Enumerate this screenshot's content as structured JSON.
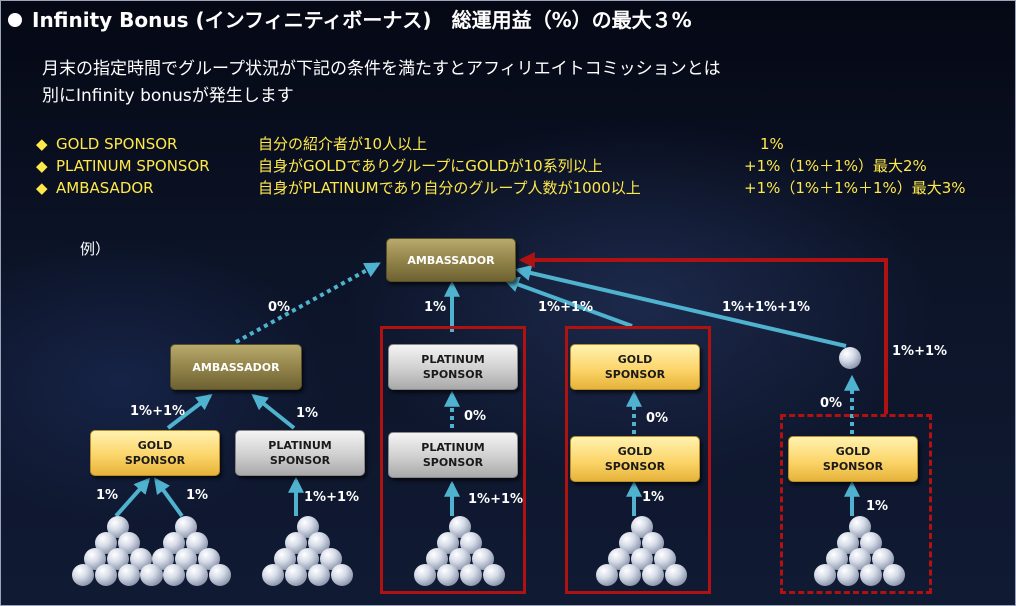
{
  "header": {
    "title": "Infinity Bonus (インフィニティボーナス)　総運用益（%）の最大３%"
  },
  "intro": {
    "line1": "月末の指定時間でグループ状況が下記の条件を満たすとアフィリエイトコミッションとは",
    "line2": "別にInfinity bonusが発生します"
  },
  "rules": [
    {
      "marker": "◆",
      "title": "GOLD SPONSOR",
      "condition": "自分の紹介者が10人以上",
      "rate": "1%"
    },
    {
      "marker": "◆",
      "title": "PLATINUM SPONSOR",
      "condition": "自身がGOLDでありグループにGOLDが10系列以上",
      "rate": "+1%（1%＋1%）最大2%"
    },
    {
      "marker": "◆",
      "title": "AMBASADOR",
      "condition": "自身がPLATINUMであり自分のグループ人数が1000以上",
      "rate": "+1%（1%＋1%＋1%）最大3%"
    }
  ],
  "example_label": "例）",
  "nodes": {
    "top_ambassador": "AMBASSADOR",
    "mid_ambassador": "AMBASSADOR",
    "left_gold": "GOLD\nSPONSOR",
    "left_platinum": "PLATINUM\nSPONSOR",
    "box1_platinum_upper": "PLATINUM\nSPONSOR",
    "box1_platinum_lower": "PLATINUM\nSPONSOR",
    "box2_gold_upper": "GOLD\nSPONSOR",
    "box2_gold_lower": "GOLD\nSPONSOR",
    "box3_gold": "GOLD\nSPONSOR"
  },
  "labels": {
    "mid_to_top": "0%",
    "box1_to_top": "1%",
    "box2_to_top": "1%+1%",
    "ball_to_top": "1%+1%+1%",
    "box3_to_top": "1%+1%",
    "gold_to_mid": "1%+1%",
    "plat_to_mid": "1%",
    "box1_inner": "0%",
    "box2_inner": "0%",
    "box3_inner": "0%",
    "pyr1_to_gold": "1%",
    "pyr2_to_gold": "1%",
    "pyr3_to_plat": "1%+1%",
    "pyr4_to_plat": "1%+1%",
    "pyr5_to_gold": "1%",
    "pyr6_to_gold": "1%"
  },
  "colors": {
    "rule_text": "#ffe94a",
    "arrow": "#4fb3cf",
    "highlight_box": "#b01212",
    "ambassador": "#8f8147",
    "platinum": "#cfcfcf",
    "gold": "#fcd56a"
  }
}
